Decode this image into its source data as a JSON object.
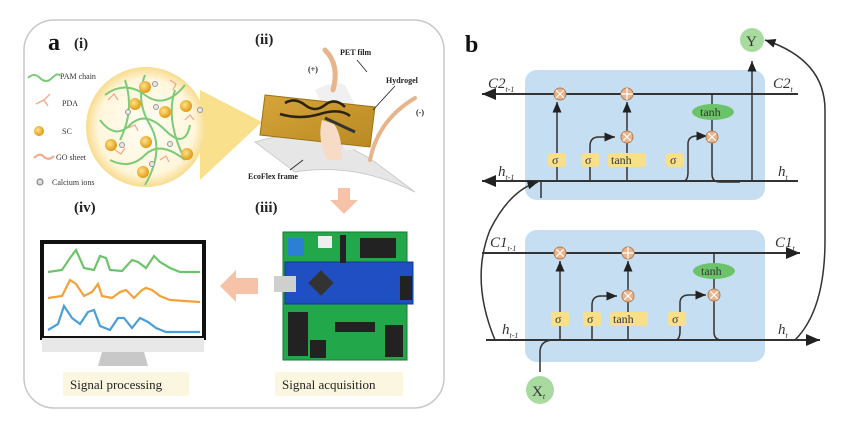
{
  "panel_a": {
    "letter": "a",
    "sub_i": "(i)",
    "sub_ii": "(ii)",
    "sub_iii": "(iii)",
    "sub_iv": "(iv)",
    "legend": [
      {
        "label": "PAM chain",
        "icon": "green-wave-icon"
      },
      {
        "label": "PDA",
        "icon": "pda-branch-icon"
      },
      {
        "label": "SC",
        "icon": "orange-dot-icon"
      },
      {
        "label": "GO sheet",
        "icon": "go-sheet-icon"
      },
      {
        "label": "Calcium ions",
        "icon": "gray-ring-icon"
      }
    ],
    "device_labels": {
      "pet_film": "PET film",
      "hydrogel": "Hydrogel",
      "ecoflex": "EcoFlex frame",
      "plus": "(+)",
      "minus": "(-)"
    },
    "caption_processing": "Signal processing",
    "caption_acquisition": "Signal acquisition",
    "colors": {
      "green": "#6cc46a",
      "orange": "#f3a23a",
      "blue": "#4a9fd8",
      "arrow": "#f6c3a8",
      "caption_bg": "#fbf6df"
    }
  },
  "panel_b": {
    "letter": "b",
    "top_cell": {
      "c_prev": "C2",
      "c_prev_sub": "t-1",
      "c_next": "C2",
      "c_next_sub": "t",
      "h_prev": "h",
      "h_prev_sub": "t-1",
      "h_next": "h",
      "h_next_sub": "t"
    },
    "bottom_cell": {
      "c_prev": "C1",
      "c_prev_sub": "t-1",
      "c_next": "C1",
      "c_next_sub": "t",
      "h_prev": "h",
      "h_prev_sub": "t-1",
      "h_next": "h",
      "h_next_sub": "t"
    },
    "gates": [
      "σ",
      "σ",
      "tanh",
      "σ"
    ],
    "output_tanh": "tanh",
    "output_node": "Y",
    "input_node": "X",
    "input_sub": "t",
    "colors": {
      "cell": "#c5def2",
      "gate": "#f8e08a",
      "node": "#a9dba0",
      "op": "#e8b48c"
    }
  }
}
